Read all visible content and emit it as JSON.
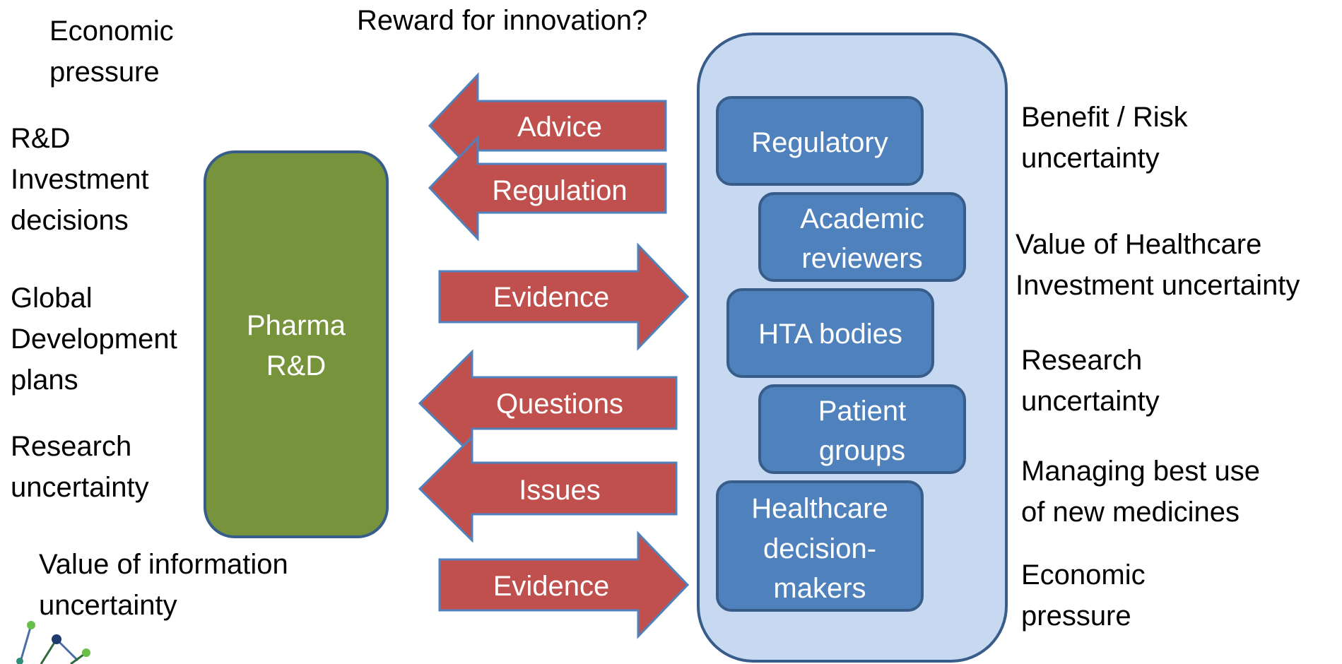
{
  "left_notes": {
    "economic_pressure": "Economic\npressure",
    "rd_investment": "R&D\nInvestment\ndecisions",
    "global_development": "Global\nDevelopment\nplans",
    "research_uncertainty": "Research\nuncertainty",
    "value_of_information": "Value of information\nuncertainty"
  },
  "top_note": "Reward for innovation?",
  "pharma_box": {
    "line1": "Pharma",
    "line2": "R&D"
  },
  "arrows": {
    "advice": "Advice",
    "regulation": "Regulation",
    "evidence_1": "Evidence",
    "questions": "Questions",
    "issues": "Issues",
    "evidence_2": "Evidence"
  },
  "stakeholders": {
    "regulatory": [
      "Regulatory"
    ],
    "academic": [
      "Academic",
      "reviewers"
    ],
    "hta": [
      "HTA bodies"
    ],
    "patient": [
      "Patient",
      "groups"
    ],
    "healthcare": [
      "Healthcare",
      "decision-",
      "makers"
    ]
  },
  "right_notes": {
    "benefit_risk": "Benefit / Risk\nuncertainty",
    "value_healthcare": "Value  of Healthcare\nInvestment uncertainty",
    "research": "Research\nuncertainty",
    "managing": "Managing best use\nof new medicines",
    "economic": "Economic\npressure"
  },
  "colors": {
    "pharma_fill": "#77933c",
    "panel_fill": "#c6d9f1",
    "box_fill": "#4f81bd",
    "box_border": "#385d8a",
    "arrow_fill": "#c0504d",
    "arrow_border": "#4f81bd"
  },
  "logo_icon": "network-dots-logo-icon"
}
